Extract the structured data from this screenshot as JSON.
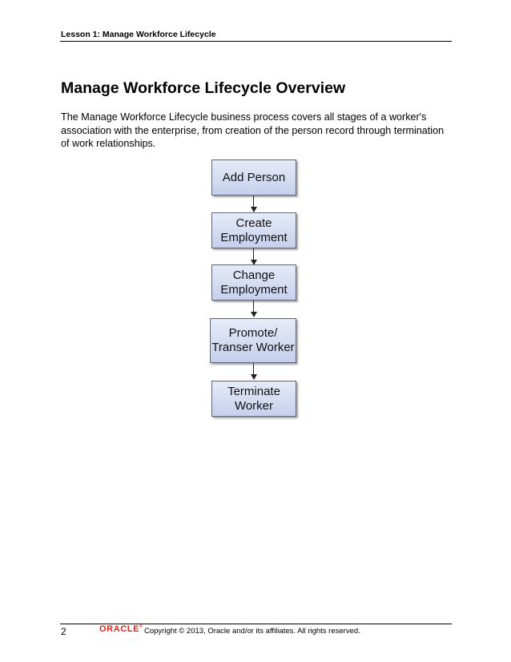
{
  "header": {
    "lesson": "Lesson 1: Manage Workforce Lifecycle"
  },
  "main": {
    "title": "Manage Workforce Lifecycle Overview",
    "intro": "The Manage Workforce Lifecycle business process covers all stages of a worker's association with the enterprise, from creation of the person record through termination of work relationships.",
    "flow_steps": [
      {
        "label": "Add Person"
      },
      {
        "label": "Create\nEmployment"
      },
      {
        "label": "Change\nEmployment"
      },
      {
        "label": "Promote/\nTranser Worker"
      },
      {
        "label": "Terminate\nWorker"
      }
    ]
  },
  "footer": {
    "page_number": "2",
    "logo_text": "ORACLE",
    "copyright": "Copyright © 2013, Oracle and/or its affiliates. All rights reserved."
  },
  "colors": {
    "logo": "#e2231a",
    "box_fill_top": "#e6ebf8",
    "box_fill_bottom": "#c5d0ec",
    "box_border": "#5d6475"
  }
}
